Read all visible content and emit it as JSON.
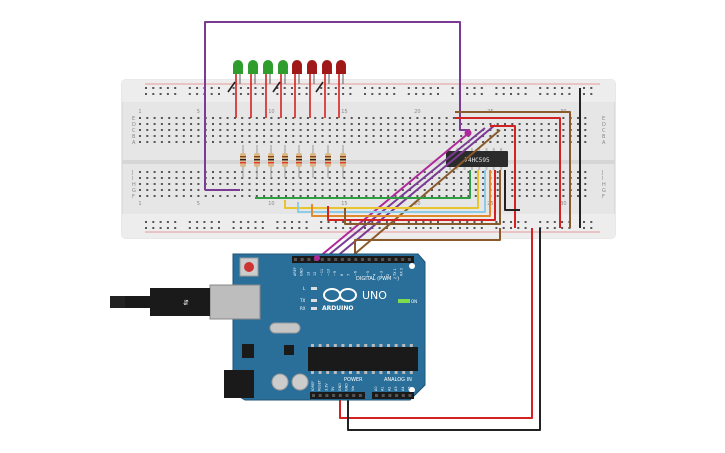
{
  "chip": {
    "label": "74HC595"
  },
  "arduino": {
    "brand": "ARDUINO",
    "model": "UNO",
    "digital_label": "DIGITAL (PWM ~)",
    "power_label": "POWER",
    "analog_label": "ANALOG IN",
    "led_l": "L",
    "led_tx": "TX",
    "led_rx": "RX",
    "on_label": "ON",
    "aref": "AREF",
    "gnd": "GND",
    "pins_top": [
      "13",
      "12",
      "~11",
      "~10",
      "~9",
      "8",
      "7",
      "~6",
      "~5",
      "4",
      "~3",
      "2",
      "TX 1",
      "RX 0"
    ],
    "power_pins": [
      "IOREF",
      "RESET",
      "3.3V",
      "5V",
      "GND",
      "GND",
      "Vin"
    ],
    "analog_pins": [
      "A0",
      "A1",
      "A2",
      "A3",
      "A4",
      "A5"
    ]
  },
  "breadboard": {
    "rows": [
      "A",
      "B",
      "C",
      "D",
      "E",
      "F",
      "G",
      "H",
      "I",
      "J"
    ],
    "cols": [
      "1",
      "5",
      "10",
      "15",
      "20",
      "25",
      "30"
    ]
  },
  "leds": {
    "colors": [
      "#2e9d2e",
      "#2e9d2e",
      "#2e9d2e",
      "#2e9d2e",
      "#a01818",
      "#a01818",
      "#a01818",
      "#a01818"
    ],
    "names": [
      "green",
      "green",
      "green",
      "green",
      "red",
      "red",
      "red",
      "red"
    ]
  },
  "wire_colors": {
    "purple": "#7b3b94",
    "magenta": "#b0299a",
    "red": "#d22222",
    "black": "#222222",
    "brown": "#8b5a2b",
    "green": "#2ea043",
    "yellow": "#e8c52e",
    "lightblue": "#8ecbe6",
    "orange": "#e08a2e",
    "teal": "#2a7f8c"
  },
  "board_color": "#2a6f9a"
}
